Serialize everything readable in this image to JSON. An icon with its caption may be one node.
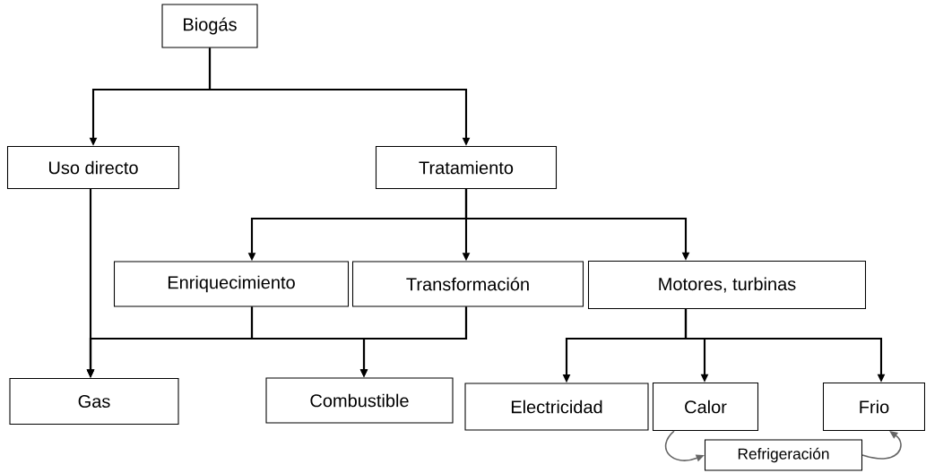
{
  "diagram": {
    "nodes": [
      {
        "text": [
          "Biogás"
        ]
      },
      {
        "text": [
          "Uso directo"
        ]
      },
      {
        "text": [
          "Tratamiento"
        ]
      },
      {
        "text": [
          "Enriquecimiento"
        ]
      },
      {
        "text": [
          "Transformación"
        ]
      },
      {
        "text": [
          "Motores, turbinas"
        ]
      },
      {
        "text": [
          "Gas"
        ]
      },
      {
        "text": [
          "Combustible"
        ]
      },
      {
        "text": [
          "Electricidad"
        ]
      },
      {
        "text": [
          "Calor"
        ]
      },
      {
        "text": [
          "Frio"
        ]
      },
      {
        "text": [
          "Refrigeración"
        ]
      }
    ],
    "edges": [
      {
        "from": 0,
        "to": 1,
        "arrow": "to"
      },
      {
        "from": 0,
        "to": 2,
        "arrow": "to"
      },
      {
        "from": 1,
        "to": 6,
        "arrow": "to"
      },
      {
        "from": 2,
        "to": 3,
        "arrow": "to"
      },
      {
        "from": 2,
        "to": 4,
        "arrow": "to"
      },
      {
        "from": 2,
        "to": 5,
        "arrow": "to"
      },
      {
        "from": 3,
        "to": 6,
        "arrow": "to"
      },
      {
        "from": 4,
        "to": 6,
        "arrow": "to"
      },
      {
        "from": 3,
        "to": 7,
        "arrow": "to"
      },
      {
        "from": 4,
        "to": 7,
        "arrow": "to"
      },
      {
        "from": 5,
        "to": 8,
        "arrow": "to"
      },
      {
        "from": 5,
        "to": 9,
        "arrow": "to"
      },
      {
        "from": 5,
        "to": 10,
        "arrow": "to"
      },
      {
        "from": 9,
        "to": 11,
        "arrow": "to",
        "color": "#666666"
      },
      {
        "from": 11,
        "to": 10,
        "arrow": "to",
        "color": "#666666"
      }
    ]
  }
}
